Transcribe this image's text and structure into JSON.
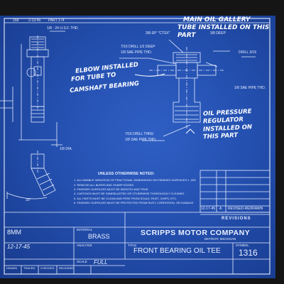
{
  "header_strip": {
    "numbers": [
      "258",
      "2-13-45",
      "PART 174"
    ]
  },
  "dims": {
    "thread_top": "1/8 - 24 U.S.F. THD.",
    "dia": "1/8 DIA.",
    "angle": "30°"
  },
  "callouts": {
    "drill_deep_top": "7/16 DRILL 1/2 DEEP",
    "drill_deep_top2": "1/8 SAE PIPE THD.",
    "thread_30": "3/8-30° \"CTSX\"",
    "deep_right": "3/8 DEEP",
    "drill_right": "DRILL 3/16",
    "sae_pipe_right": "1/8 SAE PIPE THD.",
    "drill_thru": "7/16 DRILL THRU",
    "drill_thru2": "1/8 SAE PIPE THD."
  },
  "handwritten": {
    "main_gallery": [
      "MAIN OIL GALLERY",
      "TUBE INSTALLED ON THIS",
      "PART"
    ],
    "elbow": [
      "ELBOW INSTALLED",
      "FOR TUBE TO",
      "CAMSHAFT BEARING"
    ],
    "regulator": [
      "OIL PRESSURE",
      "REGULATOR",
      "INSTALLED ON",
      "THIS PART"
    ]
  },
  "notes": {
    "title": "UNLESS OTHERWISE NOTED:",
    "items": [
      "1. ALLOWABLE VARIATION OF FRACTIONAL DIMENSIONS ON FINISHED SURFACES ± .005",
      "2. REMOVE ALL BURRS AND SHARP EDGES",
      "3. FINISHED SURFACES MUST BE SMOOTH AND TRUE",
      "4. CASTINGS MUST BE SANDBLASTED OR OTHERWISE THOROUGHLY CLEANED",
      "5. ALL PARTS MUST BE CLEAN AND FREE FROM SCALE, RUST, CHIPS, ETC.",
      "6. FINISHED SURFACES MUST BE PROTECTED FROM RUST, CORROSION, OR DAMAGE"
    ]
  },
  "revisions": {
    "entry_date": "12-17-45",
    "entry_letter": "A",
    "entry_text": "REVISED-REDRAWN",
    "label": "REVISIONS"
  },
  "title_block": {
    "scale_value": "8MM",
    "date_value": "12-17-45",
    "material_label": "MATERIAL",
    "material_value": "BRASS",
    "analysis_label": "ANALYSIS",
    "company": "SCRIPPS MOTOR COMPANY",
    "location": "DETROIT, MICHIGAN",
    "title_label": "TITLE",
    "title_value": "FRONT BEARING OIL TEE",
    "symbol_label": "SYMBOL",
    "symbol_value": "1316",
    "scale_label": "SCALE",
    "scale_text": "FULL",
    "footer_labels": [
      "DRAWN",
      "TRACED",
      "CHECKED",
      "RELEASED"
    ]
  }
}
